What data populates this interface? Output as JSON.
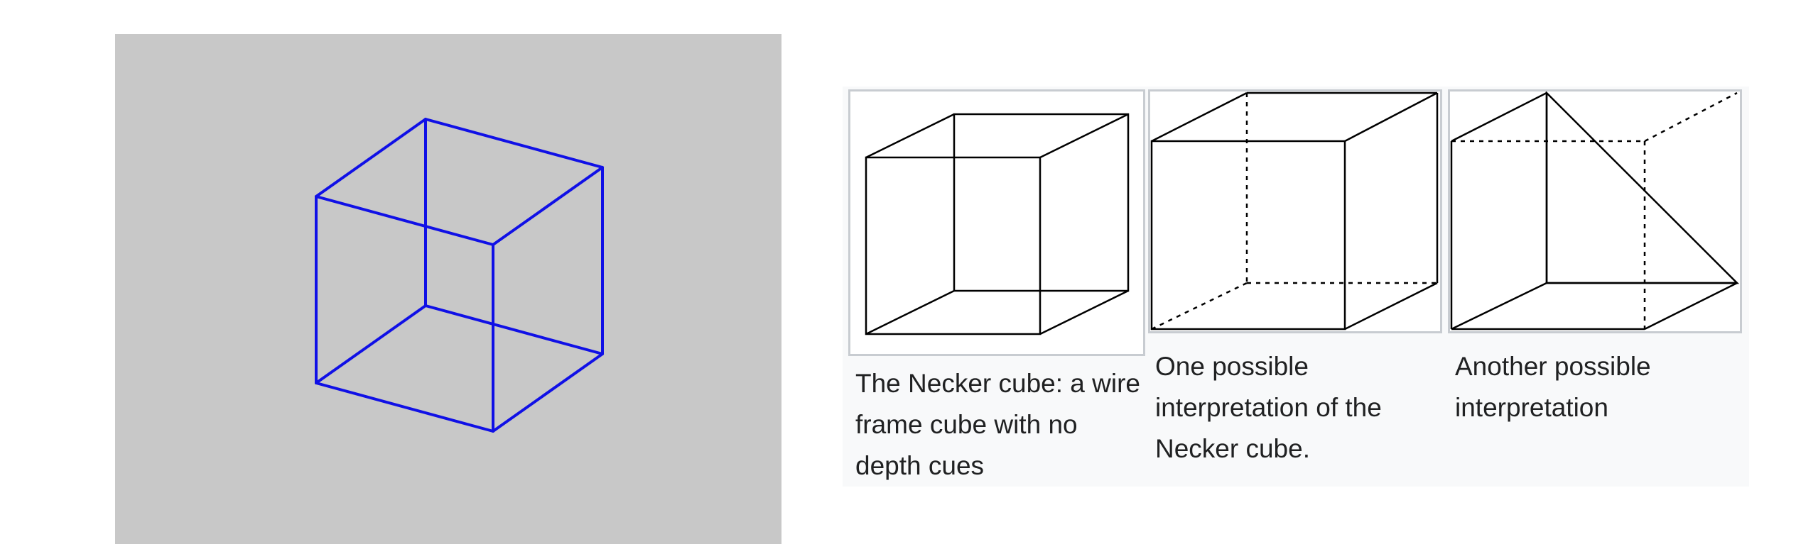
{
  "left_figure": {
    "background_color": "#c8c8c8",
    "stroke_color": "#1010e6"
  },
  "gallery": {
    "background_color": "#f8f9fa",
    "border_color": "#c8ccd1",
    "items": [
      {
        "caption": "The Necker cube: a wire frame cube with no depth cues"
      },
      {
        "caption": "One possible interpretation of the Necker cube."
      },
      {
        "caption": "Another possible interpretation"
      }
    ]
  }
}
